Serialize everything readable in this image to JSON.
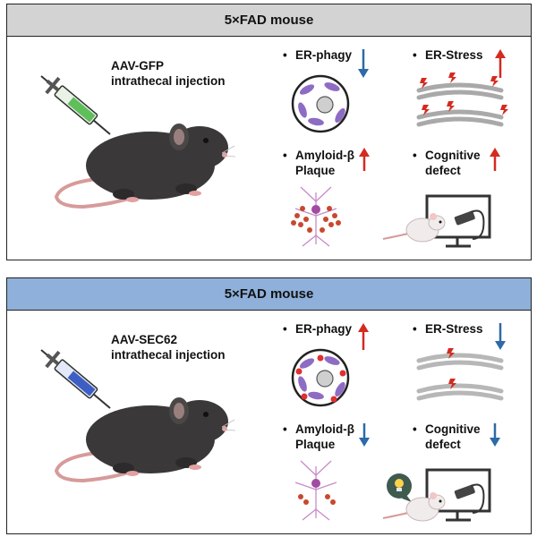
{
  "panels": [
    {
      "header": "5×FAD mouse",
      "header_color": "#d3d3d3",
      "injection_line1": "AAV-GFP",
      "injection_line2": "intrathecal injection",
      "syringe_color": "#5fbf5a",
      "bullet": "•",
      "er_phagy": "ER-phagy",
      "er_phagy_trend": "down",
      "er_stress": "ER-Stress",
      "er_stress_trend": "up",
      "amyloid_line1": "Amyloid-β",
      "amyloid_line2": "Plaque",
      "amyloid_trend": "up",
      "cognitive_line1": "Cognitive",
      "cognitive_line2": "defect",
      "cognitive_trend": "up"
    },
    {
      "header": "5×FAD mouse",
      "header_color": "#8fb0da",
      "injection_line1": "AAV-SEC62",
      "injection_line2": "intrathecal injection",
      "syringe_color": "#3d5fc4",
      "bullet": "•",
      "er_phagy": "ER-phagy",
      "er_phagy_trend": "up",
      "er_stress": "ER-Stress",
      "er_stress_trend": "down",
      "amyloid_line1": "Amyloid-β",
      "amyloid_line2": "Plaque",
      "amyloid_trend": "down",
      "cognitive_line1": "Cognitive",
      "cognitive_line2": "defect",
      "cognitive_trend": "down"
    }
  ],
  "colors": {
    "up_arrow": "#d42a20",
    "down_arrow": "#2d6aa8",
    "mouse": "#3a3838",
    "tail": "#d79a9a"
  }
}
